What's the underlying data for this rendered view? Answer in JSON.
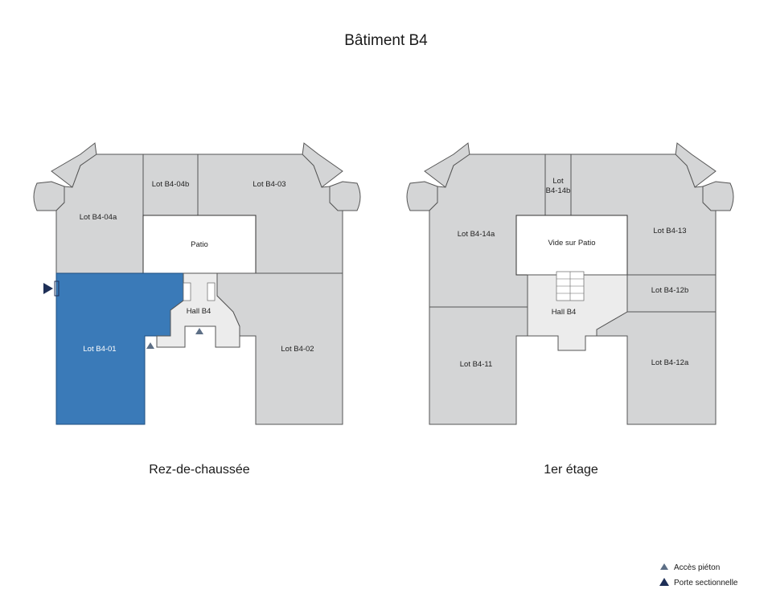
{
  "title": "Bâtiment B4",
  "floors": {
    "ground": {
      "label": "Rez-de-chaussée",
      "rooms": {
        "lot_b4_04a": "Lot B4-04a",
        "lot_b4_04b": "Lot B4-04b",
        "lot_b4_03": "Lot B4-03",
        "patio": "Patio",
        "hall": "Hall B4",
        "lot_b4_01": "Lot B4-01",
        "lot_b4_02": "Lot B4-02"
      }
    },
    "first": {
      "label": "1er étage",
      "rooms": {
        "lot_b4_14b_line1": "Lot",
        "lot_b4_14b_line2": "B4-14b",
        "lot_b4_14a": "Lot B4-14a",
        "vide_patio": "Vide sur Patio",
        "lot_b4_13": "Lot B4-13",
        "lot_b4_12b": "Lot B4-12b",
        "hall": "Hall B4",
        "lot_b4_11": "Lot B4-11",
        "lot_b4_12a": "Lot B4-12a"
      }
    }
  },
  "legend": {
    "pedestrian": "Accès piéton",
    "sectional_door": "Porte sectionnelle"
  },
  "colors": {
    "selected_lot": "#3a7ab8",
    "lot": "#d4d5d6",
    "pedestrian_access": "#5d6f86",
    "sectional_door": "#1e2f57"
  }
}
